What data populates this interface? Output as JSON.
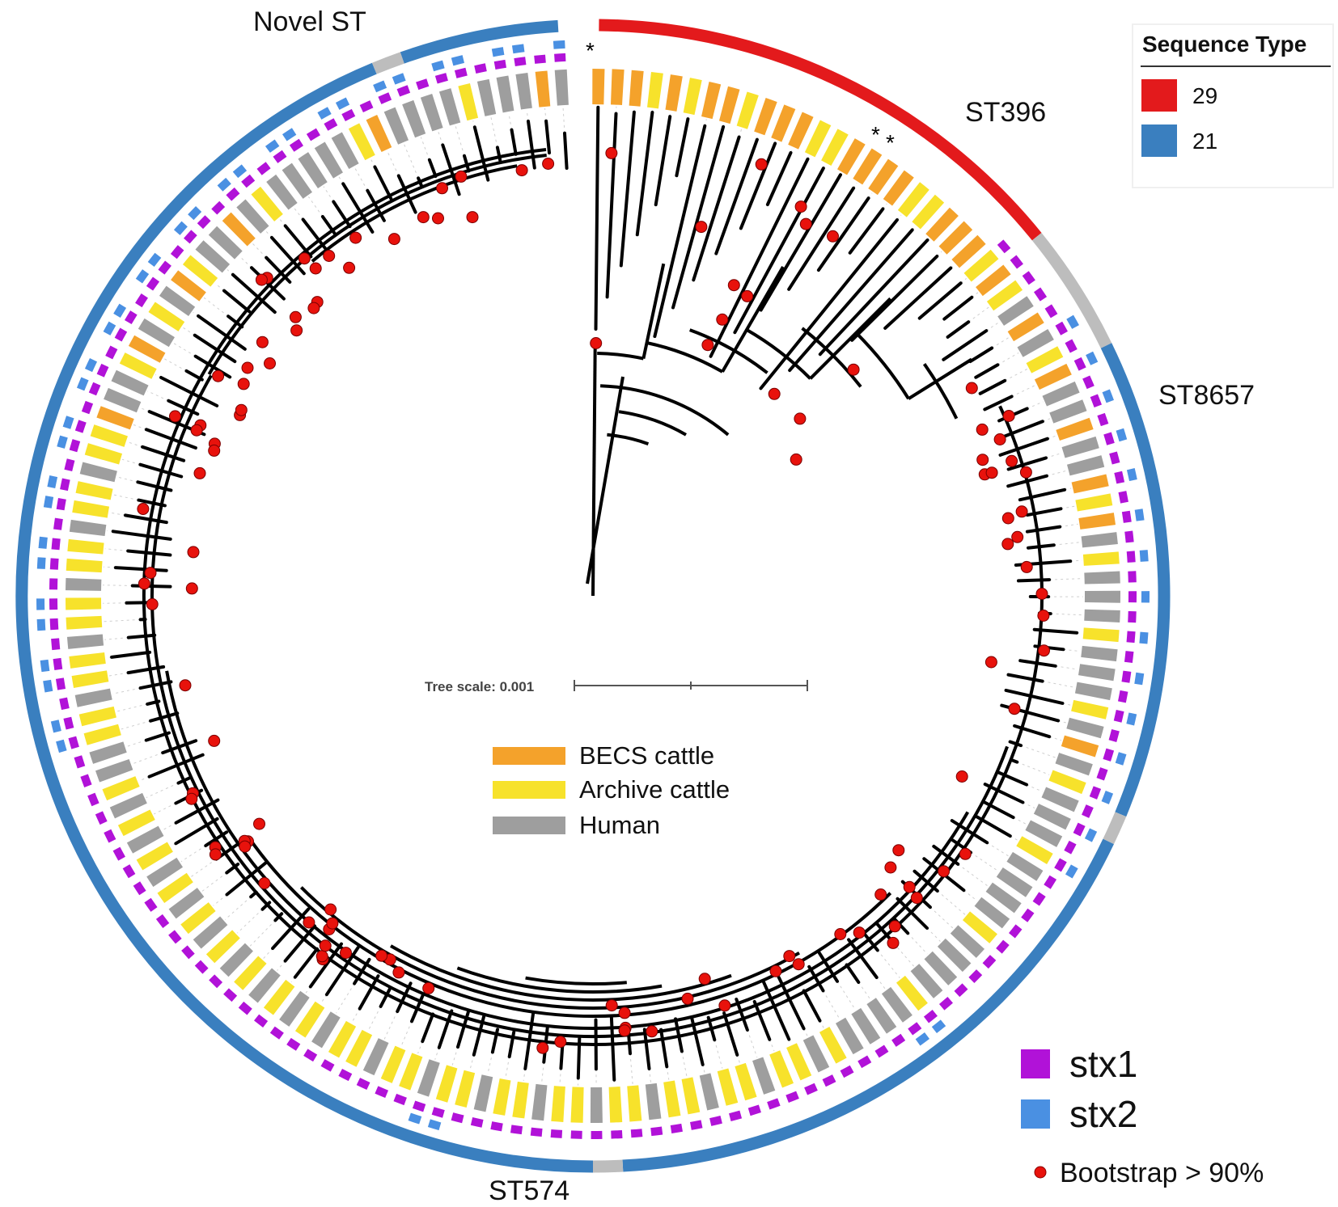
{
  "colors": {
    "st29": "#e31a1c",
    "st21": "#3a7fbf",
    "other_st": "#bdbdbd",
    "becs_cattle": "#f4a22b",
    "archive_cattle": "#f7e22b",
    "human": "#9e9e9e",
    "stx1": "#b112d8",
    "stx2": "#4a90e2",
    "bootstrap": "#e8120c",
    "branch": "#000000"
  },
  "st_labels": {
    "novel": "Novel ST",
    "st396": "ST396",
    "st8657": "ST8657",
    "st574": "ST574"
  },
  "sequence_type_legend": {
    "title": "Sequence Type",
    "items": [
      {
        "label": "29",
        "color": "#e31a1c"
      },
      {
        "label": "21",
        "color": "#3a7fbf"
      }
    ]
  },
  "host_legend": [
    {
      "label": "BECS cattle",
      "color": "#f4a22b"
    },
    {
      "label": "Archive cattle",
      "color": "#f7e22b"
    },
    {
      "label": "Human",
      "color": "#9e9e9e"
    }
  ],
  "tree_scale": {
    "label": "Tree scale: 0.001"
  },
  "gene_legend": [
    {
      "label": "stx1",
      "color": "#b112d8"
    },
    {
      "label": "stx2",
      "color": "#4a90e2"
    }
  ],
  "bootstrap_legend": {
    "label": "Bootstrap > 90%"
  },
  "asterisks": [
    "*",
    "*",
    "*"
  ]
}
